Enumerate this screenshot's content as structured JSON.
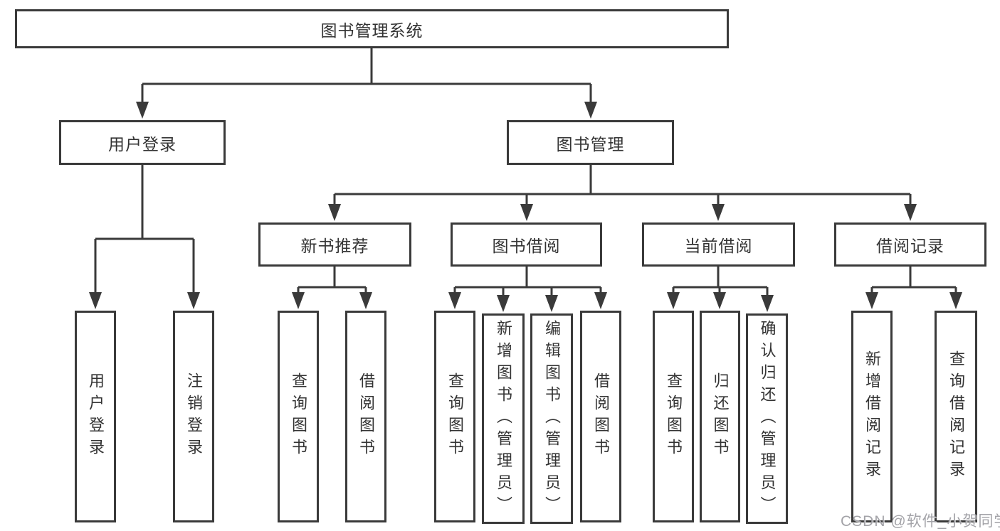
{
  "tree": {
    "root": {
      "label": "图书管理系统"
    },
    "children": [
      {
        "label": "用户登录",
        "children": [
          {
            "label": "用户登录"
          },
          {
            "label": "注销登录"
          }
        ]
      },
      {
        "label": "图书管理",
        "children": [
          {
            "label": "新书推荐",
            "children": [
              {
                "label": "查询图书"
              },
              {
                "label": "借阅图书"
              }
            ]
          },
          {
            "label": "图书借阅",
            "children": [
              {
                "label": "查询图书"
              },
              {
                "label": "新增图书（管理员）"
              },
              {
                "label": "编辑图书（管理员）"
              },
              {
                "label": "借阅图书"
              }
            ]
          },
          {
            "label": "当前借阅",
            "children": [
              {
                "label": "查询图书"
              },
              {
                "label": "归还图书"
              },
              {
                "label": "确认归还（管理员）"
              }
            ]
          },
          {
            "label": "借阅记录",
            "children": [
              {
                "label": "新增借阅记录"
              },
              {
                "label": "查询借阅记录"
              }
            ]
          }
        ]
      }
    ]
  },
  "watermark": {
    "text": "CSDN @软件_小贺同学"
  },
  "colors": {
    "line": "#3a3a3a",
    "box_border": "#3a3a3a",
    "text": "#333333",
    "watermark": "#a3a3a8",
    "background": "#ffffff"
  }
}
